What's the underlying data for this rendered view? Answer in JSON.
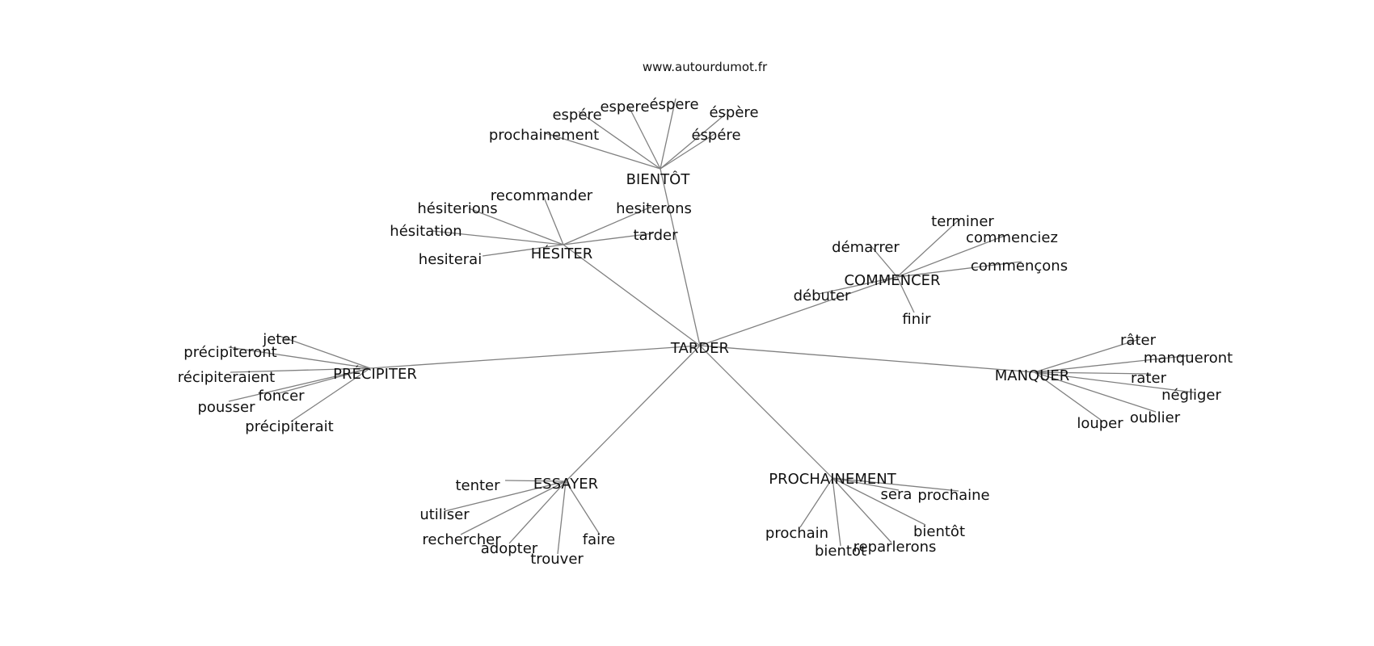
{
  "watermark": "www.autourdumot.fr",
  "graph": {
    "center": "TARDER",
    "groups": [
      {
        "hub": "BIENTÔT",
        "words": [
          "prochainement",
          "espére",
          "espere",
          "éspere",
          "éspère",
          "éspére"
        ]
      },
      {
        "hub": "HÉSITER",
        "words": [
          "recommander",
          "hésiterions",
          "hésitation",
          "hesiterai",
          "hesiterons",
          "tarder"
        ]
      },
      {
        "hub": "COMMENCER",
        "words": [
          "terminer",
          "démarrer",
          "commenciez",
          "commençons",
          "débuter",
          "finir"
        ]
      },
      {
        "hub": "PRÉCIPITER",
        "words": [
          "jeter",
          "précipiteront",
          "récipiteraient",
          "foncer",
          "pousser",
          "précipiterait"
        ]
      },
      {
        "hub": "MANQUER",
        "words": [
          "râter",
          "manqueront",
          "rater",
          "négliger",
          "oublier",
          "louper"
        ]
      },
      {
        "hub": "ESSAYER",
        "words": [
          "tenter",
          "utiliser",
          "rechercher",
          "adopter",
          "trouver",
          "faire"
        ]
      },
      {
        "hub": "PROCHAINEMENT",
        "words": [
          "sera",
          "prochaine",
          "bientôt",
          "reparlerons",
          "bientot",
          "prochain"
        ]
      }
    ]
  }
}
